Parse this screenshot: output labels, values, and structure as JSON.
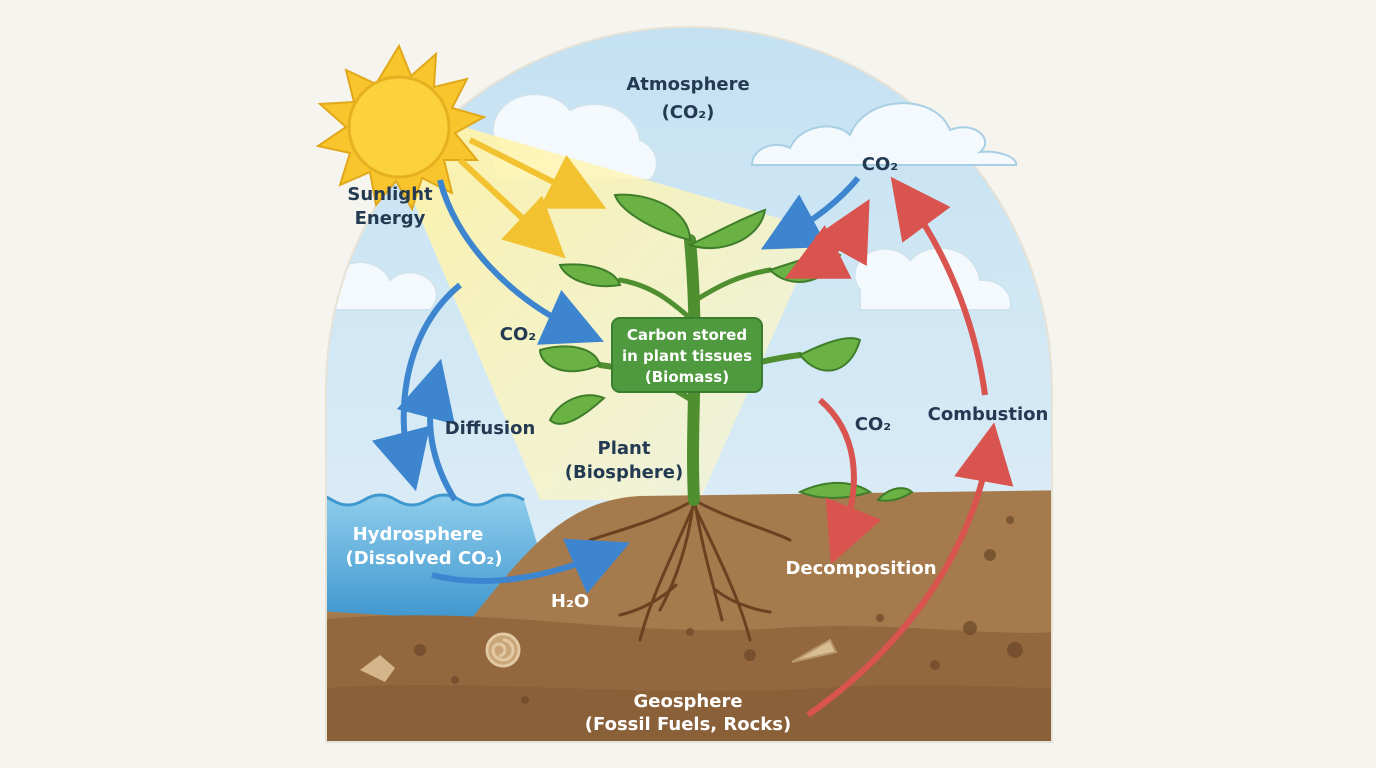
{
  "labels": {
    "atmosphere": "Atmosphere",
    "atmosphere_sub": "(CO₂)",
    "sunlight": "Sunlight",
    "energy": "Energy",
    "co2_top": "CO₂",
    "co2_left": "CO₂",
    "co2_right": "CO₂",
    "carbon_line1": "Carbon stored",
    "carbon_line2": "in plant tissues",
    "carbon_line3": "(Biomass)",
    "diffusion": "Diffusion",
    "plant": "Plant",
    "plant_sub": "(Biosphere)",
    "combustion": "Combustion",
    "hydrosphere": "Hydrosphere",
    "hydrosphere_sub": "(Dissolved CO₂)",
    "decomposition": "Decomposition",
    "h2o": "H₂O",
    "geosphere": "Geosphere",
    "geosphere_sub": "(Fossil Fuels, Rocks)"
  },
  "colors": {
    "sky": "#cfe6f3",
    "sun": "#f6c531",
    "leaf": "#5fa63e",
    "soil": "#9b7248",
    "water": "#4aa3d6",
    "arrow_blue": "#3d86cf",
    "arrow_red": "#d9534f",
    "arrow_yellow": "#f2c230",
    "label_box": "#4f9a3f"
  }
}
